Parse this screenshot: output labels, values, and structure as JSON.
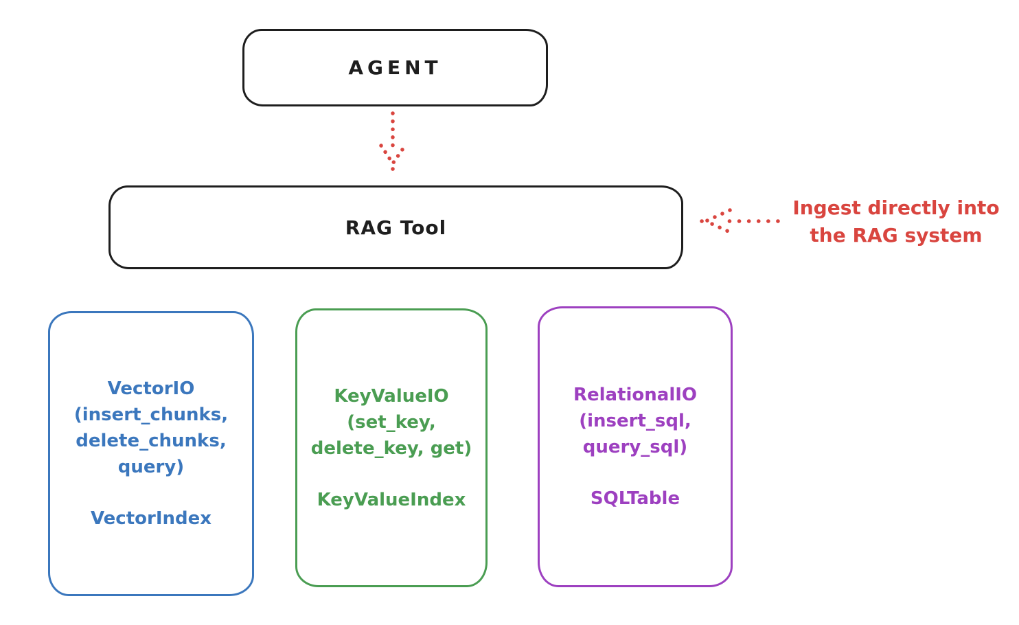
{
  "colors": {
    "stroke-black": "#1e1e1e",
    "accent-red": "#d9453f",
    "accent-blue": "#3b77bd",
    "accent-green": "#4a9d52",
    "accent-purple": "#9d40c0",
    "canvas-bg": "#ffffff"
  },
  "nodes": {
    "agent": {
      "label": "AGENT"
    },
    "rag_tool": {
      "label": "RAG Tool"
    },
    "vector_io": {
      "title_lines": [
        "VectorIO",
        "(insert_chunks,",
        "delete_chunks,",
        "query)"
      ],
      "index_label": "VectorIndex"
    },
    "key_value_io": {
      "title_lines": [
        "KeyValueIO",
        "(set_key,",
        "delete_key, get)"
      ],
      "index_label": "KeyValueIndex"
    },
    "relational_io": {
      "title_lines": [
        "RelationalIO",
        "(insert_sql,",
        "query_sql)"
      ],
      "index_label": "SQLTable"
    }
  },
  "annotation": {
    "lines": [
      "Ingest directly into",
      "the RAG system"
    ]
  }
}
